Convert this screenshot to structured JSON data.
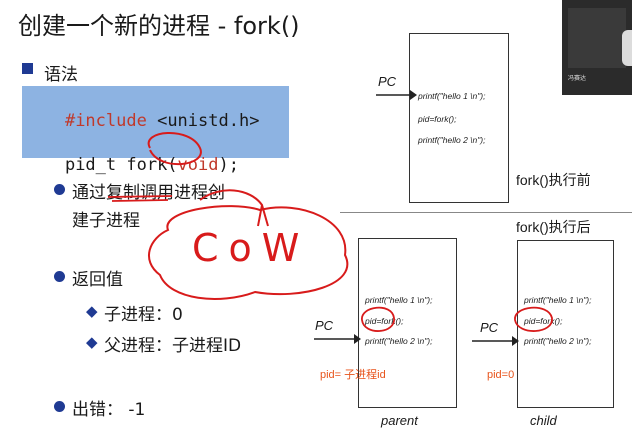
{
  "slide": {
    "title": "创建一个新的进程  -  fork()",
    "syntax_heading": "语法",
    "code_line1_keyword": "#include",
    "code_line1_rest": " <unistd.h>",
    "code_line2_start": "pid_t fork(",
    "code_line2_param": "void",
    "code_line2_end": ");",
    "bullet1_line1": "通过复制调用进程创",
    "bullet1_line2": "建子进程",
    "bullet2": "返回值",
    "sub1": "子进程：0",
    "sub2": "父进程：子进程ID",
    "bullet3": "出错：  -1",
    "annotation": "CoW"
  },
  "diagram": {
    "before_caption": "fork()执行前",
    "after_caption": "fork()执行后",
    "pc_label": "PC",
    "before_lines": [
      "printf(\"hello 1 \\n\");",
      "pid=fork();",
      "printf(\"hello 2 \\n\");"
    ],
    "parent_lines": [
      "printf(\"hello 1 \\n\");",
      "pid=fork();",
      "printf(\"hello 2 \\n\");"
    ],
    "child_lines": [
      "printf(\"hello 1 \\n\");",
      "pid=fork();",
      "printf(\"hello 2 \\n\");"
    ],
    "parent_pid_note": "pid= 子进程id",
    "child_pid_note": "pid=0",
    "parent_label": "parent",
    "child_label": "child"
  },
  "webcam": {
    "name": "冯赛达"
  },
  "colors": {
    "bullet": "#1f3a93",
    "code_bg": "#8db3e2",
    "keyword": "#c0392b",
    "note": "#e8541c",
    "ink": "#d81b1b"
  }
}
